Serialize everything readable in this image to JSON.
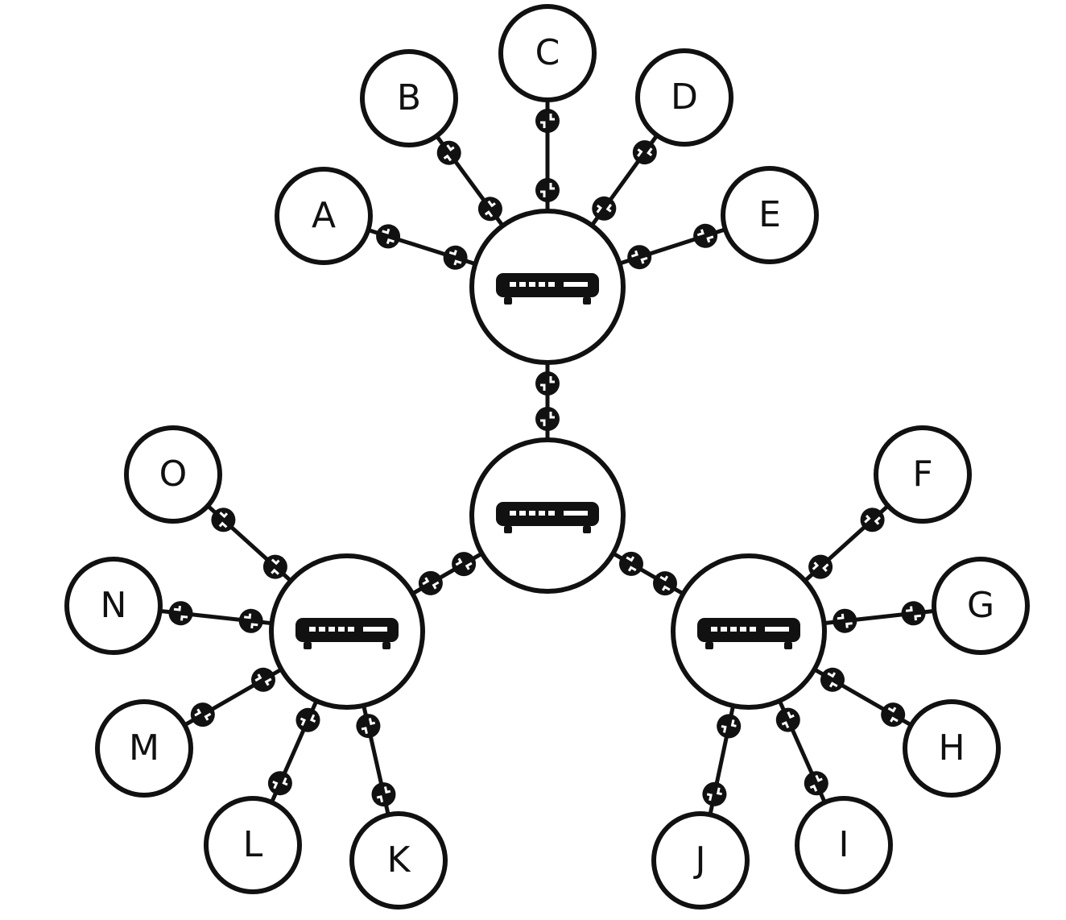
{
  "diagram": {
    "switches": [
      {
        "id": "top",
        "icon": "network-switch-icon"
      },
      {
        "id": "center",
        "icon": "network-switch-icon"
      },
      {
        "id": "left",
        "icon": "network-switch-icon"
      },
      {
        "id": "right",
        "icon": "network-switch-icon"
      }
    ],
    "nodes": [
      {
        "id": "A",
        "label": "A",
        "switch": "top"
      },
      {
        "id": "B",
        "label": "B",
        "switch": "top"
      },
      {
        "id": "C",
        "label": "C",
        "switch": "top"
      },
      {
        "id": "D",
        "label": "D",
        "switch": "top"
      },
      {
        "id": "E",
        "label": "E",
        "switch": "top"
      },
      {
        "id": "F",
        "label": "F",
        "switch": "right"
      },
      {
        "id": "G",
        "label": "G",
        "switch": "right"
      },
      {
        "id": "H",
        "label": "H",
        "switch": "right"
      },
      {
        "id": "I",
        "label": "I",
        "switch": "right"
      },
      {
        "id": "J",
        "label": "J",
        "switch": "right"
      },
      {
        "id": "K",
        "label": "K",
        "switch": "left"
      },
      {
        "id": "L",
        "label": "L",
        "switch": "left"
      },
      {
        "id": "M",
        "label": "M",
        "switch": "left"
      },
      {
        "id": "N",
        "label": "N",
        "switch": "left"
      },
      {
        "id": "O",
        "label": "O",
        "switch": "left"
      }
    ],
    "uplinks": [
      {
        "from": "center",
        "to": "top"
      },
      {
        "from": "center",
        "to": "left"
      },
      {
        "from": "center",
        "to": "right"
      }
    ],
    "connector_icon": "ethernet-plug-icon"
  }
}
